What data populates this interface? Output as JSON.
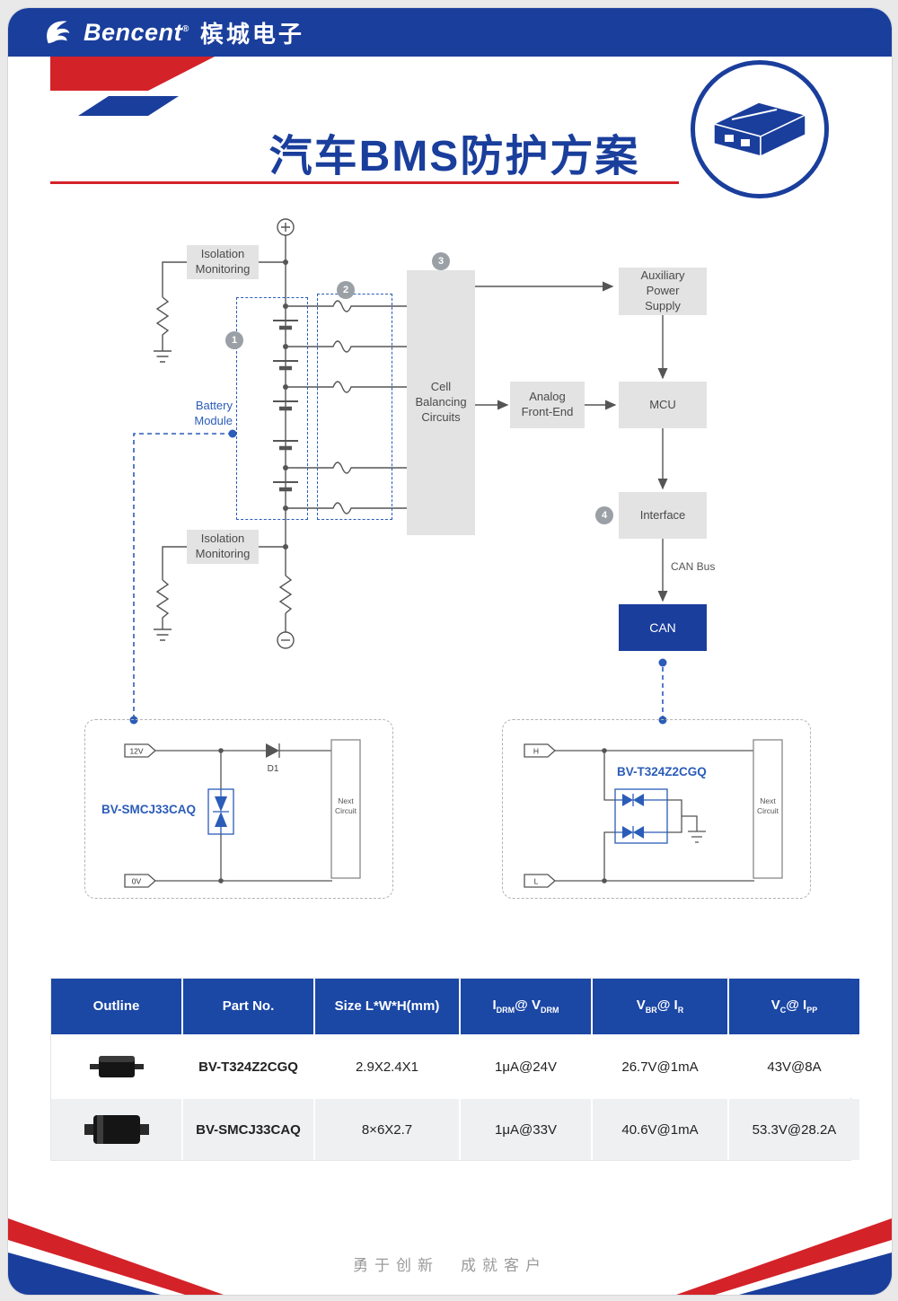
{
  "header": {
    "brand": "Bencent",
    "reg": "®",
    "brand_cn": "槟城电子"
  },
  "title": {
    "text": "汽车BMS防护方案"
  },
  "diagram": {
    "iso_top": "Isolation Monitoring",
    "iso_bottom": "Isolation Monitoring",
    "battery_module": "Battery Module",
    "cell_balancing": "Cell Balancing Circuits",
    "afe": "Analog Front-End",
    "aux_power": "Auxiliary Power Supply",
    "mcu": "MCU",
    "interface": "Interface",
    "can_bus": "CAN Bus",
    "can": "CAN",
    "badge1": "1",
    "badge2": "2",
    "badge3": "3",
    "badge4": "4"
  },
  "circuit_left": {
    "title": "BV-SMCJ33CAQ",
    "pin_top": "12V",
    "pin_bottom": "0V",
    "diode_label": "D1",
    "next_circuit": "Next Circuit"
  },
  "circuit_right": {
    "title": "BV-T324Z2CGQ",
    "pin_top": "H",
    "pin_bottom": "L",
    "next_circuit": "Next Circuit"
  },
  "table": {
    "col_outline": "Outline",
    "col_part": "Part No.",
    "col_size": "Size L*W*H(mm)",
    "col_idrm": {
      "a": "I",
      "a_sub": "DRM",
      "b": "@ V",
      "b_sub": "DRM"
    },
    "col_vbr": {
      "a": "V",
      "a_sub": "BR",
      "b": "@ I",
      "b_sub": "R"
    },
    "col_vc": {
      "a": "V",
      "a_sub": "C",
      "b": "@ I",
      "b_sub": "PP"
    },
    "rows": [
      {
        "part": "BV-T324Z2CGQ",
        "size": "2.9X2.4X1",
        "idrm_vdrm": "1μA@24V",
        "vbr_ir": "26.7V@1mA",
        "vc_ipp": "43V@8A"
      },
      {
        "part": "BV-SMCJ33CAQ",
        "size": "8×6X2.7",
        "idrm_vdrm": "1μA@33V",
        "vbr_ir": "40.6V@1mA",
        "vc_ipp": "53.3V@28.2A"
      }
    ]
  },
  "footer": {
    "slogan": "勇于创新　成就客户"
  },
  "colors": {
    "brand_blue": "#1a3e9c",
    "accent_red": "#d42229",
    "link_blue": "#2b5cb8",
    "box_gray": "#e3e3e3"
  }
}
